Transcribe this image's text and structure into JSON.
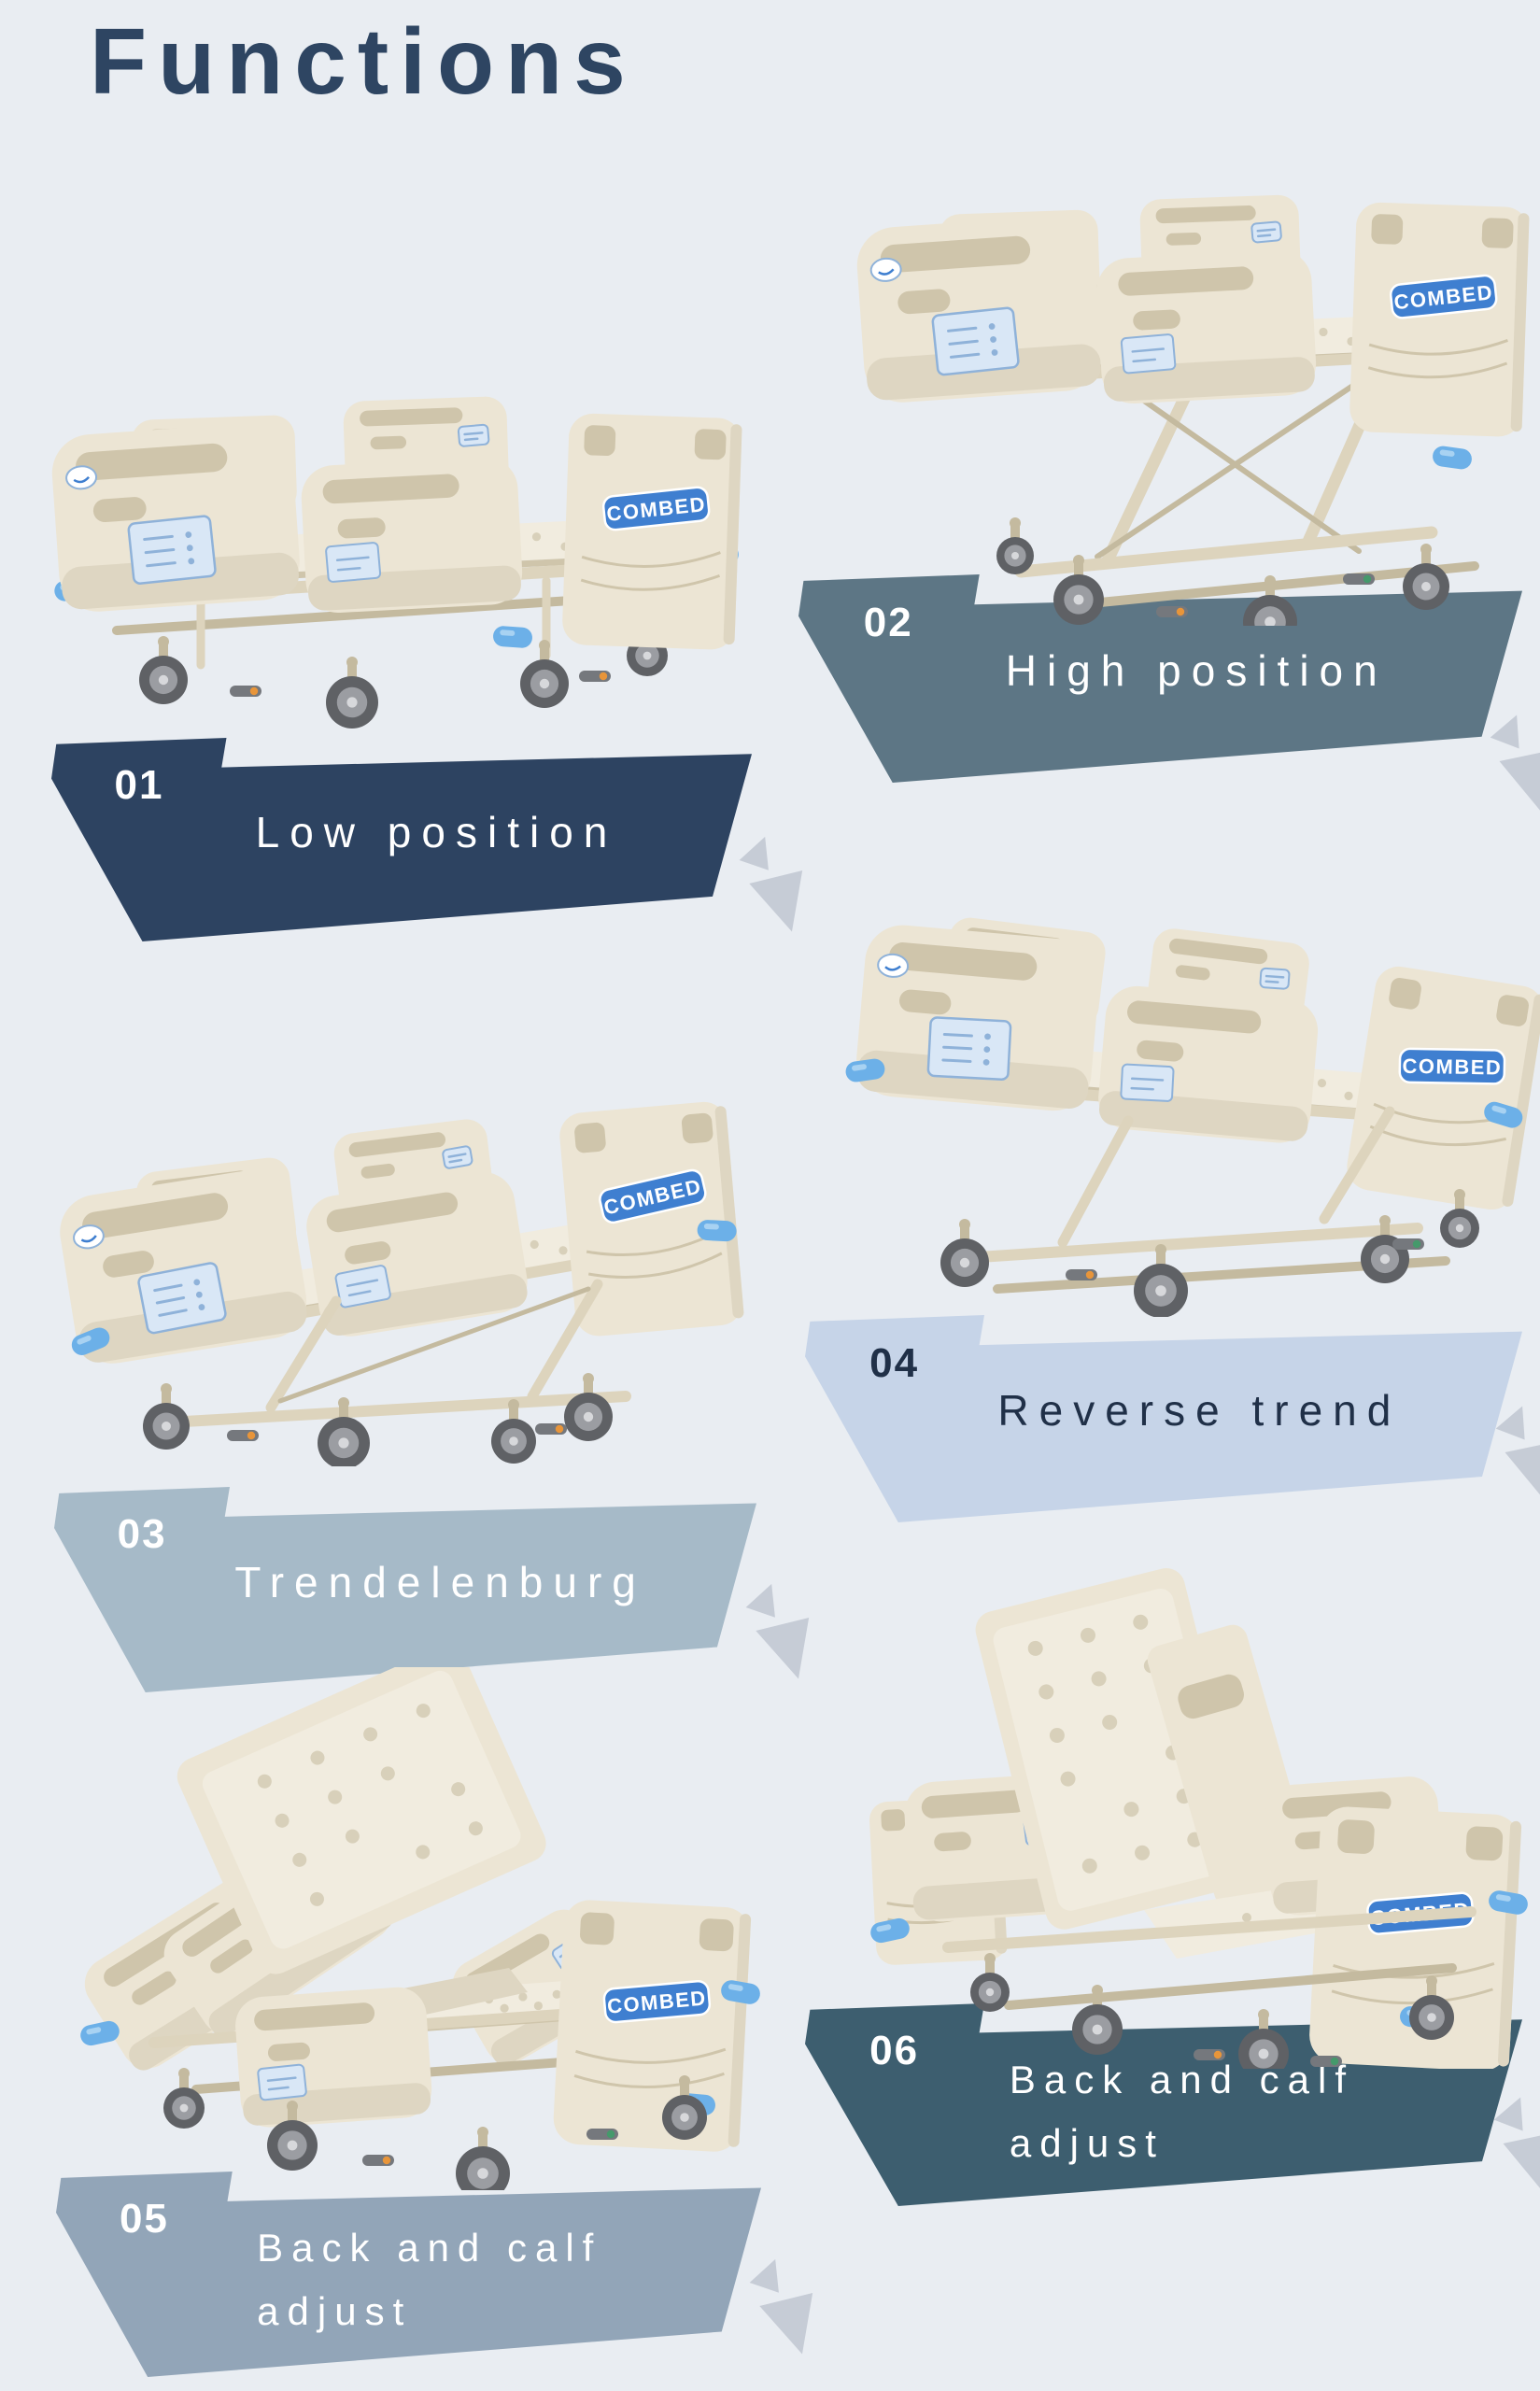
{
  "page": {
    "title": "Functions",
    "background": "#e9edf2",
    "title_color": "#2e4562"
  },
  "brand_badge": "COMBED",
  "functions": [
    {
      "number": "01",
      "label": "Low position",
      "banner_color": "#2d4361",
      "text_color": "#ffffff",
      "column": "left"
    },
    {
      "number": "02",
      "label": "High position",
      "banner_color": "#5d7685",
      "text_color": "#ffffff",
      "column": "right"
    },
    {
      "number": "03",
      "label": "Trendelenburg",
      "banner_color": "#a6bac8",
      "text_color": "#ffffff",
      "column": "left"
    },
    {
      "number": "04",
      "label": "Reverse trend",
      "banner_color": "#c6d4e8",
      "text_color": "#203048",
      "column": "right"
    },
    {
      "number": "05",
      "label": "Back and calf adjust",
      "banner_color": "#92a5b8",
      "text_color": "#ffffff",
      "column": "left"
    },
    {
      "number": "06",
      "label": "Back and calf adjust",
      "banner_color": "#3d5e6f",
      "text_color": "#ffffff",
      "column": "right"
    }
  ],
  "beds": [
    {
      "pose": "low-position"
    },
    {
      "pose": "high-position"
    },
    {
      "pose": "trendelenburg-head-down"
    },
    {
      "pose": "reverse-trendelenburg-foot-down"
    },
    {
      "pose": "back-and-calf-raised"
    },
    {
      "pose": "back-and-calf-raised-steep"
    }
  ],
  "decor": {
    "arrow_color": "#c6ccd6"
  }
}
